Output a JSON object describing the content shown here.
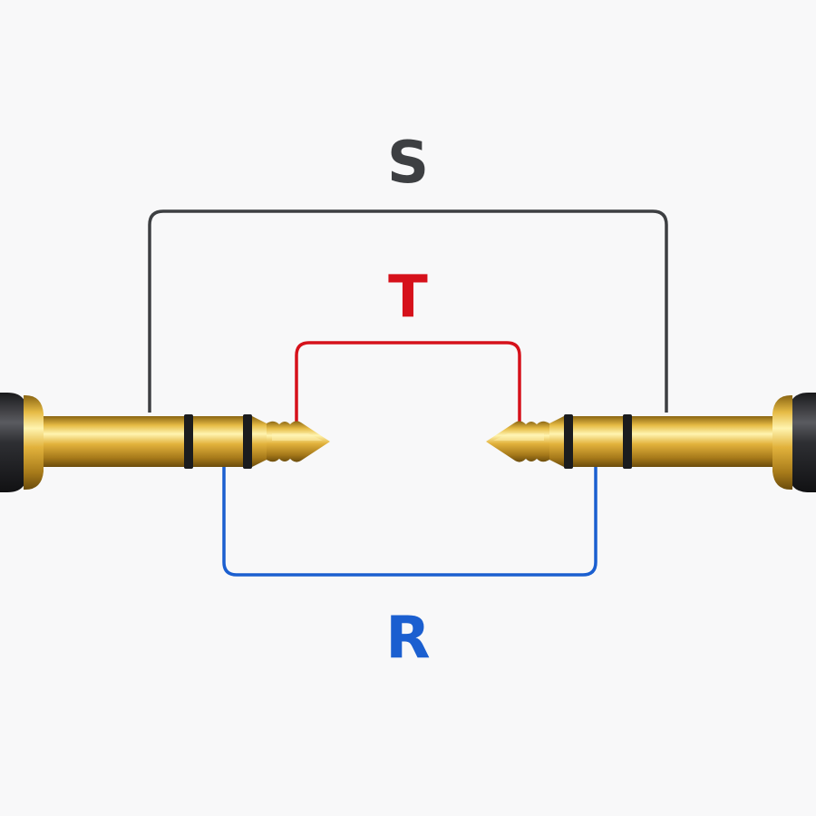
{
  "labels": {
    "sleeve": "S",
    "tip": "T",
    "ring": "R"
  },
  "colors": {
    "background": "#f8f8f9",
    "sleeve_wire": "#3d3f42",
    "tip_wire": "#d6111b",
    "ring_wire": "#1b5fd0",
    "plug_gold": "#d9ac33",
    "insulator_ring": "#1b1c1e",
    "plug_housing": "#2b2b2e"
  },
  "icons": {
    "left_plug": "trs-plug-icon",
    "right_plug": "trs-plug-icon"
  }
}
